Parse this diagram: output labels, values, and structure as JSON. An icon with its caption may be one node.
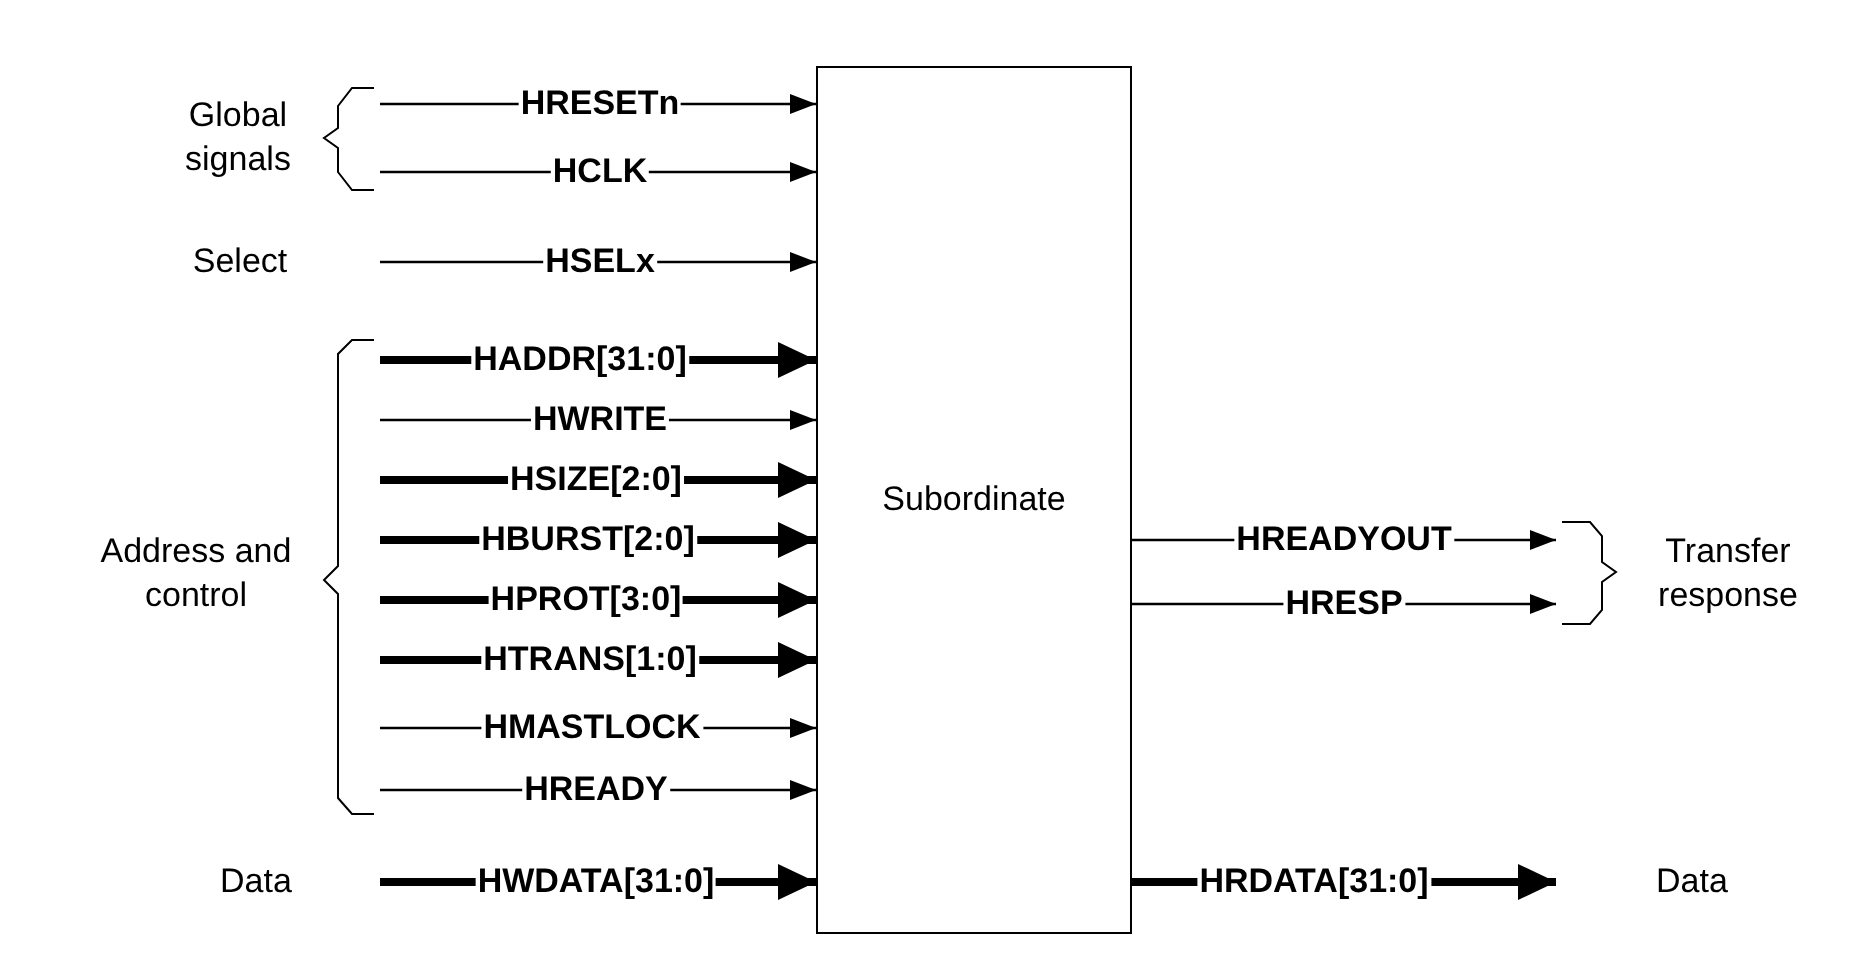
{
  "diagram": {
    "nodes": [
      {
        "text": [
          "Global signals"
        ]
      },
      {
        "text": [
          "Select"
        ]
      },
      {
        "text": [
          "Address and control"
        ]
      },
      {
        "text": [
          "Data"
        ]
      },
      {
        "text": [
          "Subordinate"
        ]
      },
      {
        "text": [
          "Transfer response"
        ]
      },
      {
        "text": [
          "Data"
        ]
      }
    ],
    "edges": [
      {
        "from": 0,
        "to": 4,
        "arrow": "to",
        "label": "HRESETn"
      },
      {
        "from": 0,
        "to": 4,
        "arrow": "to",
        "label": "HCLK"
      },
      {
        "from": 1,
        "to": 4,
        "arrow": "to",
        "label": "HSELx"
      },
      {
        "from": 2,
        "to": 4,
        "arrow": "to",
        "label": "HADDR[31:0]",
        "style": "thick"
      },
      {
        "from": 2,
        "to": 4,
        "arrow": "to",
        "label": "HWRITE"
      },
      {
        "from": 2,
        "to": 4,
        "arrow": "to",
        "label": "HSIZE[2:0]",
        "style": "thick"
      },
      {
        "from": 2,
        "to": 4,
        "arrow": "to",
        "label": "HBURST[2:0]",
        "style": "thick"
      },
      {
        "from": 2,
        "to": 4,
        "arrow": "to",
        "label": "HPROT[3:0]",
        "style": "thick"
      },
      {
        "from": 2,
        "to": 4,
        "arrow": "to",
        "label": "HTRANS[1:0]",
        "style": "thick"
      },
      {
        "from": 2,
        "to": 4,
        "arrow": "to",
        "label": "HMASTLOCK"
      },
      {
        "from": 2,
        "to": 4,
        "arrow": "to",
        "label": "HREADY"
      },
      {
        "from": 3,
        "to": 4,
        "arrow": "to",
        "label": "HWDATA[31:0]",
        "style": "thick"
      },
      {
        "from": 4,
        "to": 5,
        "arrow": "to",
        "label": "HREADYOUT"
      },
      {
        "from": 4,
        "to": 5,
        "arrow": "to",
        "label": "HRESP"
      },
      {
        "from": 4,
        "to": 6,
        "arrow": "to",
        "label": "HRDATA[31:0]",
        "style": "thick"
      }
    ]
  }
}
